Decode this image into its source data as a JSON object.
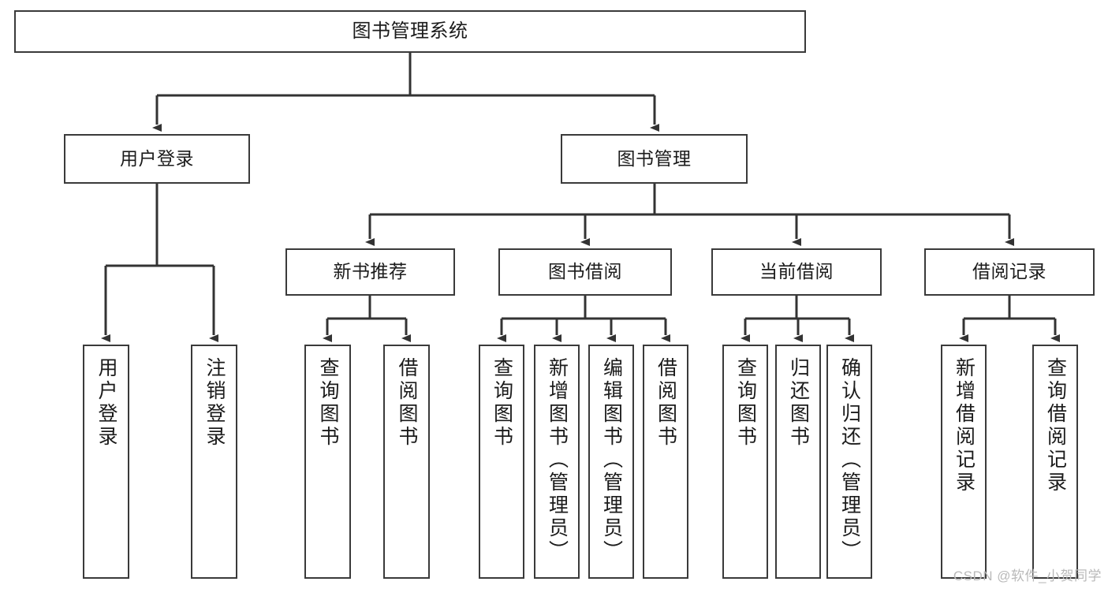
{
  "diagram": {
    "title": "图书管理系统",
    "type": "hierarchy-tree",
    "watermark": "CSDN @软件_小贺同学",
    "colors": {
      "box_border": "#3a3a3a",
      "box_fill": "#ffffff",
      "connector": "#333333",
      "text": "#1b1b1b",
      "watermark": "#b9b9b9",
      "background": "#ffffff"
    },
    "levels": {
      "root": {
        "label": "图书管理系统"
      },
      "level2": [
        {
          "id": "user-login",
          "label": "用户登录"
        },
        {
          "id": "book-manage",
          "label": "图书管理"
        }
      ],
      "level3": [
        {
          "id": "new-book-recommend",
          "label": "新书推荐",
          "parent": "book-manage"
        },
        {
          "id": "book-borrow",
          "label": "图书借阅",
          "parent": "book-manage"
        },
        {
          "id": "current-borrow",
          "label": "当前借阅",
          "parent": "book-manage"
        },
        {
          "id": "borrow-record",
          "label": "借阅记录",
          "parent": "book-manage"
        }
      ],
      "leaves": [
        {
          "id": "leaf-user-login",
          "label": "用户登录",
          "parent": "user-login"
        },
        {
          "id": "leaf-user-logout",
          "label": "注销登录",
          "parent": "user-login"
        },
        {
          "id": "leaf-query-book-1",
          "label": "查询图书",
          "parent": "new-book-recommend"
        },
        {
          "id": "leaf-borrow-book-1",
          "label": "借阅图书",
          "parent": "new-book-recommend"
        },
        {
          "id": "leaf-query-book-2",
          "label": "查询图书",
          "parent": "book-borrow"
        },
        {
          "id": "leaf-add-book",
          "label": "新增图书（管理员）",
          "parent": "book-borrow"
        },
        {
          "id": "leaf-edit-book",
          "label": "编辑图书（管理员）",
          "parent": "book-borrow"
        },
        {
          "id": "leaf-borrow-book-2",
          "label": "借阅图书",
          "parent": "book-borrow"
        },
        {
          "id": "leaf-query-book-3",
          "label": "查询图书",
          "parent": "current-borrow"
        },
        {
          "id": "leaf-return-book",
          "label": "归还图书",
          "parent": "current-borrow"
        },
        {
          "id": "leaf-confirm-return",
          "label": "确认归还（管理员）",
          "parent": "current-borrow"
        },
        {
          "id": "leaf-add-record",
          "label": "新增借阅记录",
          "parent": "borrow-record"
        },
        {
          "id": "leaf-query-record",
          "label": "查询借阅记录",
          "parent": "borrow-record"
        }
      ]
    }
  }
}
